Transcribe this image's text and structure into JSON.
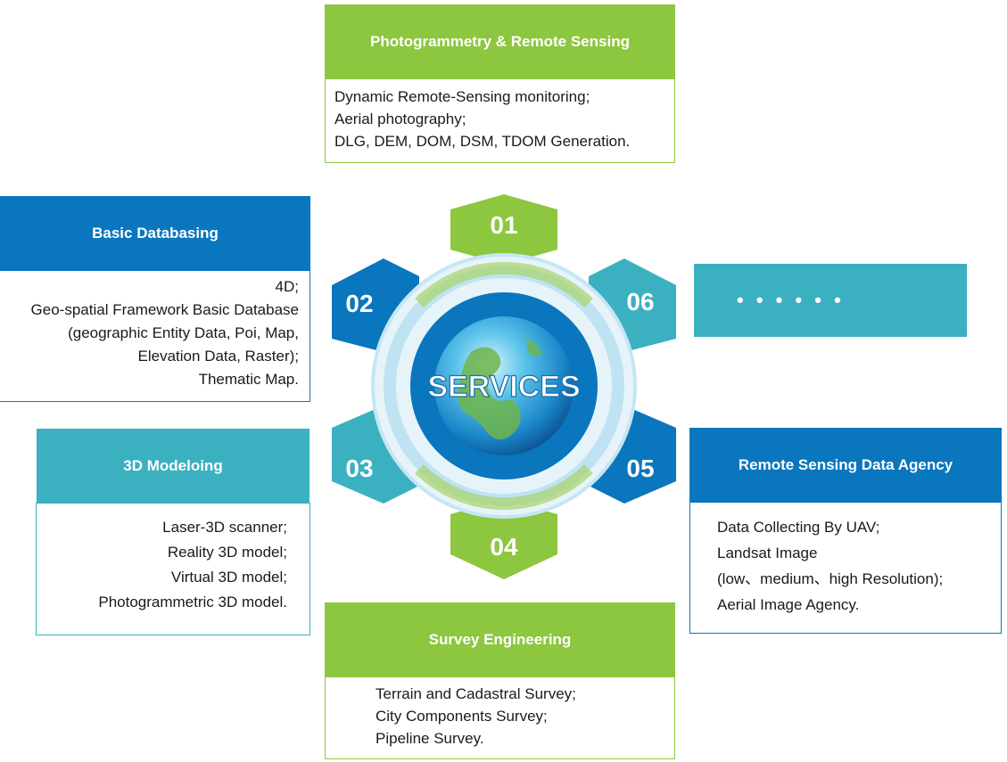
{
  "center_label": "SERVICES",
  "hex_numbers": [
    "01",
    "02",
    "03",
    "04",
    "05",
    "06"
  ],
  "colors": {
    "green": "#8dc63f",
    "blue": "#0a76be",
    "teal": "#3bb0c0",
    "light_ring": "#bfe3f3"
  },
  "photogrammetry": {
    "title": "Photogrammetry & Remote Sensing",
    "lines": [
      "Dynamic Remote-Sensing monitoring;",
      "Aerial photography;",
      "DLG, DEM, DOM, DSM, TDOM Generation."
    ]
  },
  "basic_databasing": {
    "title": "Basic Databasing",
    "lines": [
      "4D;",
      "Geo-spatial Framework Basic Database",
      "(geographic Entity Data, Poi, Map,",
      "Elevation Data, Raster);",
      "Thematic Map."
    ]
  },
  "modeling_3d": {
    "title": "3D Modeloing",
    "lines": [
      "Laser-3D scanner;",
      "Reality 3D model;",
      "Virtual 3D model;",
      "Photogrammetric 3D model."
    ]
  },
  "survey_engineering": {
    "title": "Survey Engineering",
    "lines": [
      "Terrain and Cadastral Survey;",
      "City Components Survey;",
      "Pipeline Survey."
    ]
  },
  "remote_sensing_agency": {
    "title": "Remote Sensing Data Agency",
    "lines": [
      "Data Collecting By UAV;",
      "Landsat Image",
      "(low、medium、high Resolution);",
      "Aerial Image Agency."
    ]
  },
  "more": {
    "label": "• • •  • • •"
  }
}
